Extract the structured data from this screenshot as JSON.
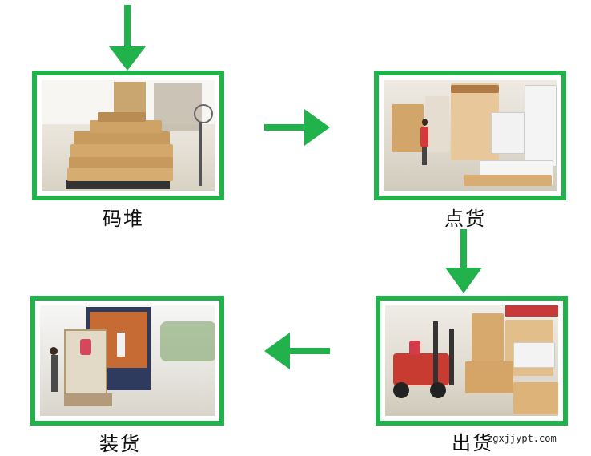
{
  "steps": [
    {
      "label": "码堆"
    },
    {
      "label": "点货"
    },
    {
      "label": "出货"
    },
    {
      "label": "装货"
    }
  ],
  "watermark": "zgxjjypt.com",
  "colors": {
    "frame": "#22b24c",
    "arrow": "#22b24c"
  }
}
